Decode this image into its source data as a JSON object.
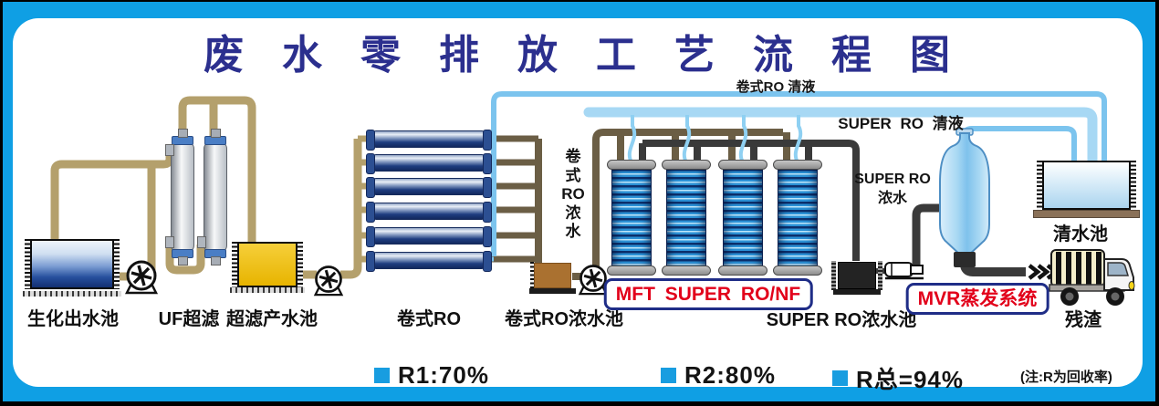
{
  "title": "废水零排放工艺流程图",
  "stages": {
    "bio_pool": "生化出水池",
    "uf": "UF超滤",
    "uf_product_pool": "超滤产水池",
    "spiral_ro": "卷式RO",
    "spiral_ro_conc_pool": "卷式RO浓水池",
    "mft_super_ro": "MFT SUPER RO/NF",
    "super_ro_conc_pool": "SUPER RO浓水池",
    "mvr": "MVR蒸发系统",
    "clean_water_pool": "清水池",
    "residue": "残渣"
  },
  "streams": {
    "spiral_ro_permeate": "卷式RO 清液",
    "super_ro_permeate": "SUPER RO 清液",
    "spiral_ro_conc_lines": [
      "卷",
      "式",
      "RO",
      "浓",
      "水"
    ],
    "super_ro_conc_lines": [
      "SUPER RO",
      "浓水"
    ]
  },
  "legend": {
    "items": [
      {
        "label": "R1:70%"
      },
      {
        "label": "R2:80%"
      },
      {
        "label": "R总=94%"
      }
    ],
    "note": "(注:R为回收率)"
  },
  "colors": {
    "frame": "#0f9fe4",
    "title": "#2b2f8e",
    "highlight_red": "#e2001a",
    "highlight_box_border": "#1f2d87",
    "legend_square": "#189de0",
    "pipe_tan": "#b4a06c",
    "pipe_olive": "#6b5e45",
    "pipe_permeate_blue": "#7cc4ee",
    "pipe_dark": "#3a3a3a",
    "uf_product_tank": "#e7b400",
    "spiral_conc_tank": "#aa7130"
  }
}
